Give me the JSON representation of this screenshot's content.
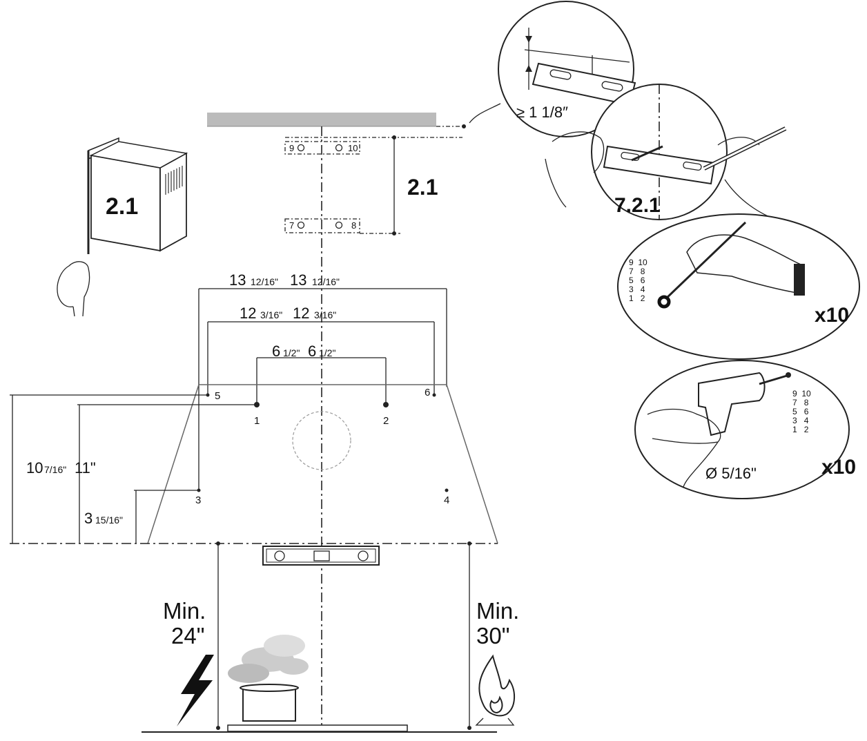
{
  "labels": {
    "chimney_ref": "2.1",
    "bracket_spacing": "2.1",
    "step_ref": "7.2.1",
    "min_clearance": "≥ 1 1/8″",
    "repeat_mark": "x10",
    "repeat_drill": "x10",
    "drill_diameter": "Ø 5/16\"",
    "hole_9": "9",
    "hole_10": "10",
    "hole_7": "7",
    "hole_8": "8",
    "hole_1": "1",
    "hole_2": "2",
    "hole_3": "3",
    "hole_4": "4",
    "hole_5": "5",
    "hole_6": "6"
  },
  "dimensions": {
    "outer_width_main": "13",
    "outer_width_frac": "12/16\"",
    "outer_width_main2": "13",
    "outer_width_frac2": "12/16\"",
    "mid_width_main": "12",
    "mid_width_frac": "3/16\"",
    "mid_width_main2": "12",
    "mid_width_frac2": "3/16\"",
    "inner_width_main": "6",
    "inner_width_frac": "1/2\"",
    "inner_width_main2": "6",
    "inner_width_frac2": "1/2\"",
    "height_1_main": "10",
    "height_1_frac": "7/16\"",
    "height_2": "11\"",
    "height_3_main": "3",
    "height_3_frac": "15/16\""
  },
  "clearances": {
    "electric_min": "Min.",
    "electric_value": "24\"",
    "gas_min": "Min.",
    "gas_value": "30\""
  },
  "hole_lists": {
    "mark": [
      [
        "9",
        "10"
      ],
      [
        "7",
        "8"
      ],
      [
        "5",
        "6"
      ],
      [
        "3",
        "4"
      ],
      [
        "1",
        "2"
      ]
    ],
    "drill": [
      [
        "9",
        "10"
      ],
      [
        "7",
        "8"
      ],
      [
        "5",
        "6"
      ],
      [
        "3",
        "4"
      ],
      [
        "1",
        "2"
      ]
    ]
  }
}
